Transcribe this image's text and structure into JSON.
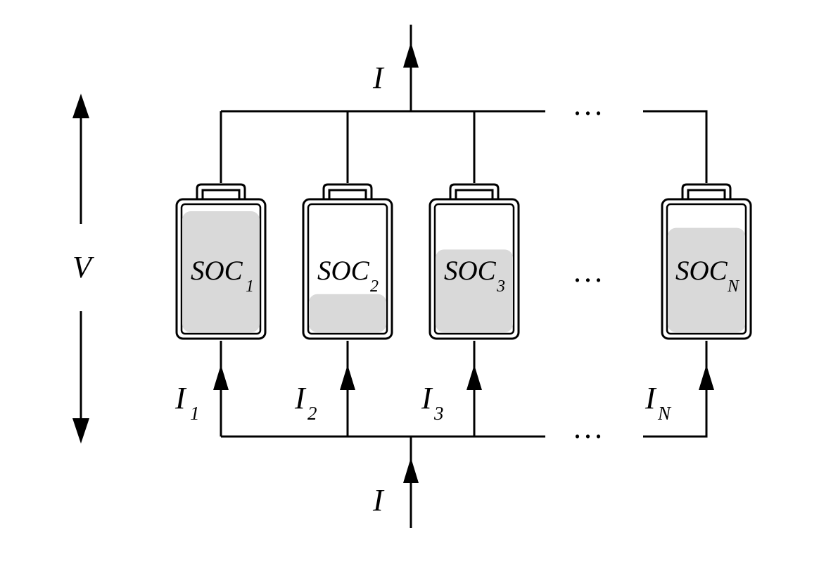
{
  "diagram": {
    "total_current": {
      "main": "I"
    },
    "voltage": {
      "main": "V"
    },
    "ellipsis": "...",
    "colors": {
      "line": "#000000",
      "charge_fill": "#d9d9d9",
      "background": "#ffffff"
    },
    "cells": [
      {
        "soc_main": "SOC",
        "soc_sub": "1",
        "current_main": "I",
        "current_sub": "1",
        "charge_level": 0.95
      },
      {
        "soc_main": "SOC",
        "soc_sub": "2",
        "current_main": "I",
        "current_sub": "2",
        "charge_level": 0.3
      },
      {
        "soc_main": "SOC",
        "soc_sub": "3",
        "current_main": "I",
        "current_sub": "3",
        "charge_level": 0.65
      },
      {
        "soc_main": "SOC",
        "soc_sub": "N",
        "current_main": "I",
        "current_sub": "N",
        "charge_level": 0.82
      }
    ]
  }
}
